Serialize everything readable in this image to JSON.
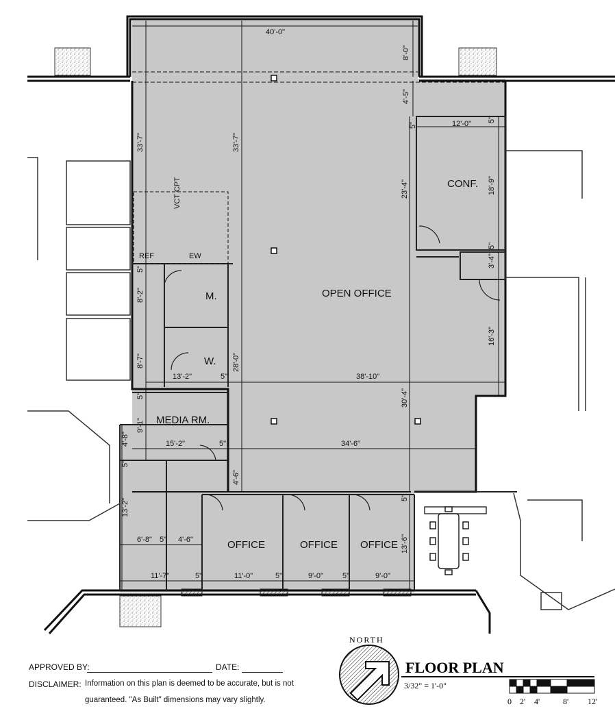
{
  "rooms": {
    "open_office": "OPEN OFFICE",
    "conf": "CONF.",
    "media": "MEDIA RM.",
    "men": "M.",
    "women": "W.",
    "office1": "OFFICE",
    "office2": "OFFICE",
    "office3": "OFFICE",
    "vct_cpt": "VCT  CPT",
    "ew": "EW",
    "ref": "REF"
  },
  "dims": {
    "d40_0": "40'-0\"",
    "d8_0": "8'-0\"",
    "d4_5": "4'-5\"",
    "d33_7a": "33'-7\"",
    "d33_7b": "33'-7\"",
    "d12_0": "12'-0\"",
    "d18_9": "18'-9\"",
    "d23_4": "23'-4\"",
    "d5a": "5\"",
    "d5b": "5\"",
    "d3_4": "3'-4\"",
    "d5c": "5\"",
    "d16_3": "16'-3\"",
    "d38_10": "38'-10\"",
    "d13_2a": "13'-2\"",
    "d28_0": "28'-0\"",
    "d8_2": "8'-2\"",
    "d8_7": "8'-7\"",
    "d30_4": "30'-4\"",
    "d9_1": "9'-1\"",
    "d4_8": "4'-8\"",
    "d15_2": "15'-2\"",
    "d34_6": "34'-6\"",
    "d4_6a": "4'-6\"",
    "d13_2b": "13'-2\"",
    "d6_8": "6'-8\"",
    "d4_6b": "4'-6\"",
    "d13_6": "13'-6\"",
    "d11_7": "11'-7\"",
    "d11_0": "11'-0\"",
    "d9_0a": "9'-0\"",
    "d9_0b": "9'-0\"",
    "d5d": "5\"",
    "d5e": "5\"",
    "d5f": "5\"",
    "d5g": "5\"",
    "d5h": "5\"",
    "d5i": "5\"",
    "d5j": "5\"",
    "d5k": "5\"",
    "d5l": "5\"",
    "d5m": "5\""
  },
  "north_label": "NORTH",
  "title": "FLOOR PLAN",
  "scale": "3/32\" = 1'-0\"",
  "scale_ticks": [
    "0",
    "2'",
    "4'",
    "8'",
    "12'"
  ],
  "footer": {
    "approved": "APPROVED BY:",
    "date": "DATE:",
    "disclaimer_label": "DISCLAIMER:",
    "disclaimer_1": "Information on this plan is deemed to be accurate, but is not",
    "disclaimer_2": "guaranteed.  \"As Built\" dimensions may vary slightly."
  }
}
